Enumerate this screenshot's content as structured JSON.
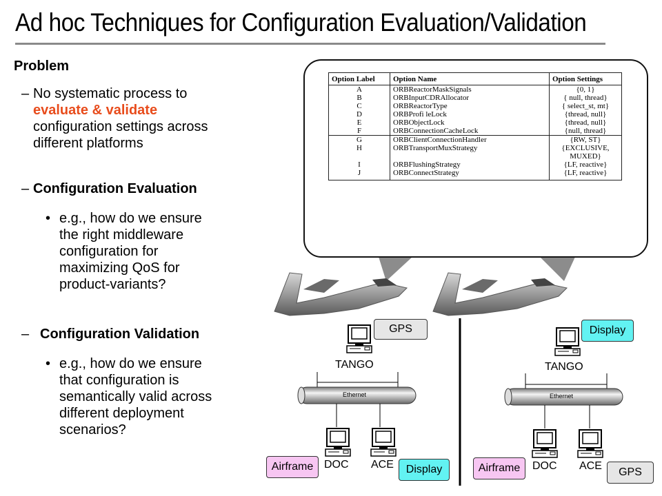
{
  "title": "Ad hoc Techniques for Configuration Evaluation/Validation",
  "problem": {
    "heading": "Problem",
    "bullet1": {
      "dash": "–",
      "line1": "No systematic process to",
      "highlight": "evaluate & validate",
      "line3": "configuration settings across",
      "line4": "different platforms"
    },
    "bullet2": {
      "dash": "–",
      "label": "Configuration Evaluation"
    },
    "sub1": {
      "dot": "•",
      "lines": [
        "e.g., how do we ensure",
        "the right middleware",
        "configuration for",
        "maximizing QoS for",
        "product-variants?"
      ]
    },
    "bullet3": {
      "dash": "–",
      "label": "Configuration Validation"
    },
    "sub2": {
      "dot": "•",
      "lines": [
        "e.g., how do we ensure",
        "that configuration is",
        "semantically valid across",
        "different deployment",
        "scenarios?"
      ]
    }
  },
  "table": {
    "headers": [
      "Option Label",
      "Option Name",
      "Option Settings"
    ],
    "rows": [
      {
        "label": "A",
        "name": "ORBReactorMaskSignals",
        "settings": "{0, 1}"
      },
      {
        "label": "B",
        "name": "ORBInputCDRAllocator",
        "settings": "{ null, thread}"
      },
      {
        "label": "C",
        "name": "ORBReactorType",
        "settings": "{ select_st, mt}"
      },
      {
        "label": "D",
        "name": "ORBProfi leLock",
        "settings": "{thread, null}"
      },
      {
        "label": "E",
        "name": "ORBObjectLock",
        "settings": "{thread, null}"
      },
      {
        "label": "F",
        "name": "ORBConnectionCacheLock",
        "settings": "{null, thread}"
      },
      {
        "label": "G",
        "name": "ORBClientConnectionHandler",
        "settings": "{RW, ST}"
      },
      {
        "label": "H",
        "name": "ORBTransportMuxStrategy",
        "settings": "{EXCLUSIVE,"
      },
      {
        "label": "",
        "name": "",
        "settings": "MUXED}"
      },
      {
        "label": "I",
        "name": "ORBFlushingStrategy",
        "settings": "{LF, reactive}"
      },
      {
        "label": "J",
        "name": "ORBConnectStrategy",
        "settings": "{LF, reactive}"
      }
    ]
  },
  "left_network": {
    "top_node": "TANGO",
    "top_tag": "GPS",
    "bus": "Ethernet",
    "node1": "DOC",
    "node2": "ACE",
    "tag1": "Airframe",
    "tag2": "Display"
  },
  "right_network": {
    "top_node": "TANGO",
    "top_tag": "Display",
    "bus": "Ethernet",
    "node1": "DOC",
    "node2": "ACE",
    "tag1": "Airframe",
    "tag2": "GPS"
  },
  "colors": {
    "accent_red": "#e84c1c",
    "tag_pink": "#f7c6f2",
    "tag_cyan": "#62f2f2",
    "tag_gray": "#e6e6e6"
  }
}
